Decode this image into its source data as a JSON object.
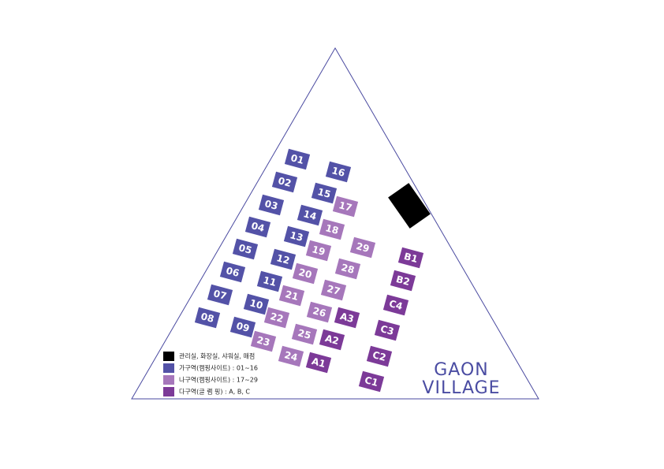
{
  "colors": {
    "outline": "#4a4aa0",
    "office": "#000000",
    "zone_ga": "#5352a7",
    "zone_na": "#a677bb",
    "zone_da": "#7c3a98"
  },
  "legend": [
    {
      "zone": "office",
      "label": "관리실, 화장실, 샤워실, 매점"
    },
    {
      "zone": "zone_ga",
      "label": "가구역(캠핑사이트) : 01~16"
    },
    {
      "zone": "zone_na",
      "label": "나구역(캠핑사이트) : 17~29"
    },
    {
      "zone": "zone_da",
      "label": "다구역(글 램 핑) : A, B, C"
    }
  ],
  "brand": {
    "line1": "GAON",
    "line2": "VILLAGE"
  },
  "office_building": {
    "zone": "office"
  },
  "sites": [
    {
      "label": "01",
      "zone": "zone_ga"
    },
    {
      "label": "02",
      "zone": "zone_ga"
    },
    {
      "label": "03",
      "zone": "zone_ga"
    },
    {
      "label": "04",
      "zone": "zone_ga"
    },
    {
      "label": "05",
      "zone": "zone_ga"
    },
    {
      "label": "06",
      "zone": "zone_ga"
    },
    {
      "label": "07",
      "zone": "zone_ga"
    },
    {
      "label": "08",
      "zone": "zone_ga"
    },
    {
      "label": "09",
      "zone": "zone_ga"
    },
    {
      "label": "10",
      "zone": "zone_ga"
    },
    {
      "label": "11",
      "zone": "zone_ga"
    },
    {
      "label": "12",
      "zone": "zone_ga"
    },
    {
      "label": "13",
      "zone": "zone_ga"
    },
    {
      "label": "14",
      "zone": "zone_ga"
    },
    {
      "label": "15",
      "zone": "zone_ga"
    },
    {
      "label": "16",
      "zone": "zone_ga"
    },
    {
      "label": "17",
      "zone": "zone_na"
    },
    {
      "label": "18",
      "zone": "zone_na"
    },
    {
      "label": "19",
      "zone": "zone_na"
    },
    {
      "label": "20",
      "zone": "zone_na"
    },
    {
      "label": "21",
      "zone": "zone_na"
    },
    {
      "label": "22",
      "zone": "zone_na"
    },
    {
      "label": "23",
      "zone": "zone_na"
    },
    {
      "label": "24",
      "zone": "zone_na"
    },
    {
      "label": "25",
      "zone": "zone_na"
    },
    {
      "label": "26",
      "zone": "zone_na"
    },
    {
      "label": "27",
      "zone": "zone_na"
    },
    {
      "label": "28",
      "zone": "zone_na"
    },
    {
      "label": "29",
      "zone": "zone_na"
    },
    {
      "label": "A1",
      "zone": "zone_da"
    },
    {
      "label": "A2",
      "zone": "zone_da"
    },
    {
      "label": "A3",
      "zone": "zone_da"
    },
    {
      "label": "B1",
      "zone": "zone_da"
    },
    {
      "label": "B2",
      "zone": "zone_da"
    },
    {
      "label": "C1",
      "zone": "zone_da"
    },
    {
      "label": "C2",
      "zone": "zone_da"
    },
    {
      "label": "C3",
      "zone": "zone_da"
    },
    {
      "label": "C4",
      "zone": "zone_da"
    }
  ]
}
